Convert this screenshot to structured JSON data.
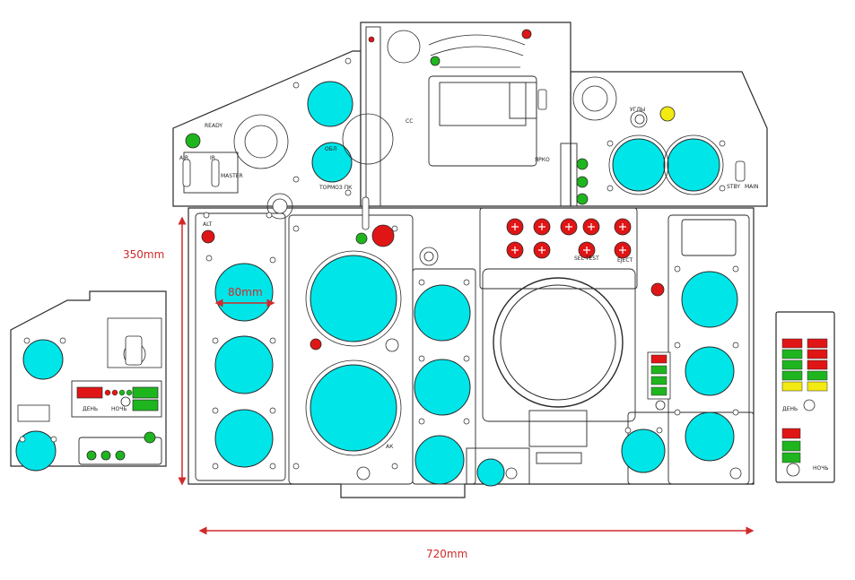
{
  "colors": {
    "dial_fill": "#00e5e8",
    "panel_fill": "#ffffff",
    "line": "#2a2a2a",
    "dimension": "#d12a2a",
    "lamp_red": "#e01515",
    "lamp_green": "#1fb51f",
    "lamp_yellow": "#f2ea10"
  },
  "icons": [
    "dial-icon",
    "lamp-icon",
    "knob-icon",
    "toggle-switch-icon",
    "warning-button-icon"
  ],
  "dimensions": {
    "height_label": "350mm",
    "width_label": "720mm",
    "dial_label": "80mm"
  },
  "labels": {
    "ready": "READY",
    "air": "AIR",
    "ir": "IR",
    "master": "MASTER",
    "obl": "ОБЛ",
    "brakes": "ТОРМОЗ ПК",
    "cc": "CC",
    "yarko": "ЯРКО",
    "ugly": "УГЛЫ",
    "stby": "STBY",
    "main": "MAIN",
    "den_left": "ДЕНЬ",
    "noch_left": "НОЧЬ",
    "den_right": "ДЕНЬ",
    "noch_right": "НОЧЬ",
    "alt": "ALT",
    "sel_test": "SEL TEST",
    "eject": "EJECT",
    "ak": "АК"
  }
}
